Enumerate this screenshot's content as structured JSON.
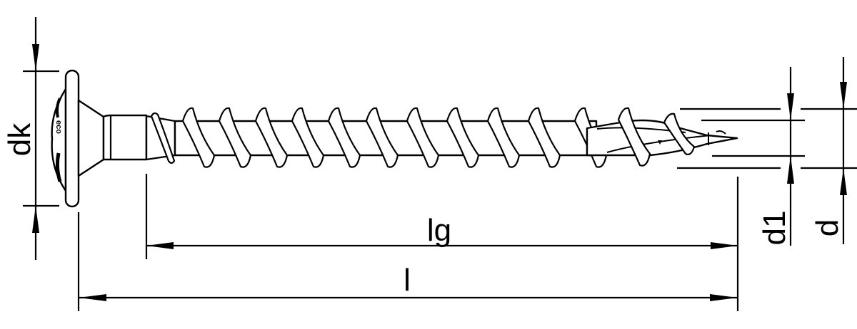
{
  "drawing": {
    "subject": "countersunk wood screw with partial thread and cutting tip",
    "line_color": "#000000",
    "background_color": "#ffffff",
    "head_marking": "eco"
  },
  "dimensions": {
    "head_diameter": {
      "label": "dk",
      "orientation": "vertical"
    },
    "thread_length": {
      "label": "lg",
      "orientation": "horizontal"
    },
    "total_length": {
      "label": "l",
      "orientation": "horizontal"
    },
    "core_diameter": {
      "label": "d1",
      "orientation": "vertical"
    },
    "thread_diameter": {
      "label": "d",
      "orientation": "vertical"
    }
  }
}
